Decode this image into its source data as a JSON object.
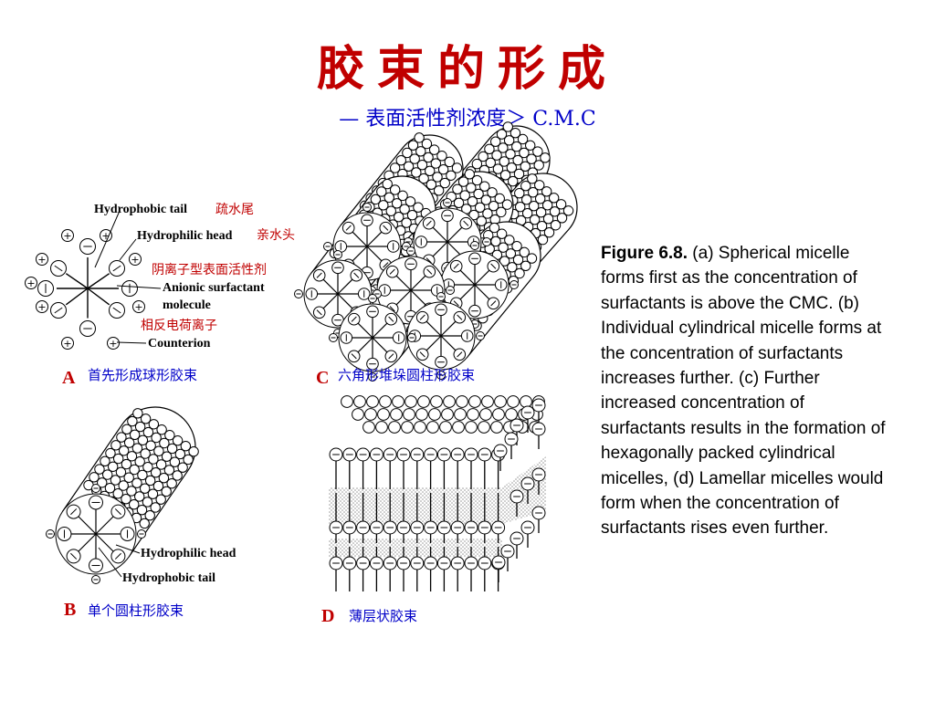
{
  "title": "胶束的形成",
  "subtitle": "— 表面活性剂浓度＞ C.M.C",
  "panel_a": {
    "letter": "A",
    "caption": "首先形成球形胶束",
    "hydrophobic_tail_en": "Hydrophobic tail",
    "hydrophobic_tail_cn": "疏水尾",
    "hydrophilic_head_en": "Hydrophilic head",
    "hydrophilic_head_cn": "亲水头",
    "anionic_cn": "阴离子型表面活性剂",
    "anionic_en_1": "Anionic surfactant",
    "anionic_en_2": "molecule",
    "counterion_cn": "相反电荷离子",
    "counterion_en": "Counterion"
  },
  "panel_b": {
    "letter": "B",
    "caption": "单个圆柱形胶束",
    "hydrophilic_head": "Hydrophilic head",
    "hydrophobic_tail": "Hydrophobic tail"
  },
  "panel_c": {
    "letter": "C",
    "caption": "六角形堆垛圆柱形胶束"
  },
  "panel_d": {
    "letter": "D",
    "caption": "薄层状胶束"
  },
  "figure_caption": {
    "label": "Figure 6.8.",
    "text": " (a) Spherical micelle forms first as the concentration of surfactants is above the CMC. (b) Individual cylindrical micelle forms at the concentration of surfactants increases further. (c) Further increased concentration of surfactants results in the formation of hexagonally packed cylindrical micelles, (d) Lamellar micelles would form when the concentration of surfactants rises even further."
  },
  "symbols": {
    "plus": "+",
    "minus": "−"
  },
  "colors": {
    "title": "#c00000",
    "subtitle": "#0000c8",
    "red_label": "#c00000",
    "blue_label": "#0000c8"
  }
}
